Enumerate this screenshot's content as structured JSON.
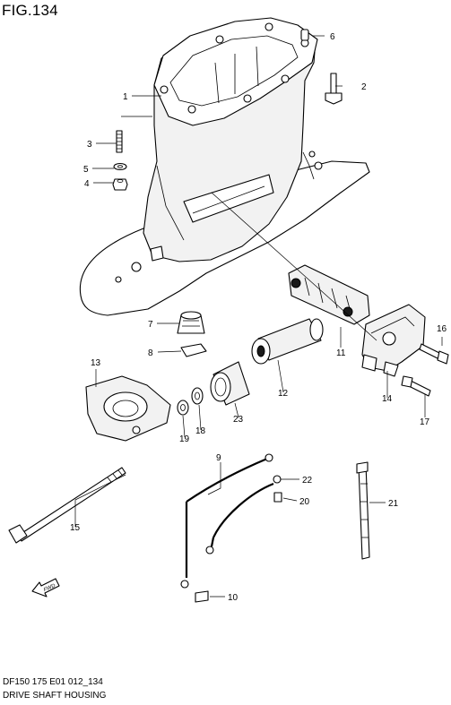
{
  "figure": {
    "title": "FIG.134",
    "model_code": "DF150 175 E01 012_134",
    "section_name": "DRIVE SHAFT HOUSING"
  },
  "forward_arrow": {
    "label": "FWD",
    "icon": "forward-arrow-icon"
  },
  "callouts": [
    {
      "id": "1",
      "number": "1"
    },
    {
      "id": "2",
      "number": "2"
    },
    {
      "id": "3",
      "number": "3"
    },
    {
      "id": "4",
      "number": "4"
    },
    {
      "id": "5",
      "number": "5"
    },
    {
      "id": "6",
      "number": "6"
    },
    {
      "id": "7",
      "number": "7"
    },
    {
      "id": "8",
      "number": "8"
    },
    {
      "id": "9",
      "number": "9"
    },
    {
      "id": "10",
      "number": "10"
    },
    {
      "id": "11",
      "number": "11"
    },
    {
      "id": "12",
      "number": "12"
    },
    {
      "id": "13",
      "number": "13"
    },
    {
      "id": "14",
      "number": "14"
    },
    {
      "id": "15",
      "number": "15"
    },
    {
      "id": "16",
      "number": "16"
    },
    {
      "id": "17",
      "number": "17"
    },
    {
      "id": "18",
      "number": "18"
    },
    {
      "id": "19",
      "number": "19"
    },
    {
      "id": "20",
      "number": "20"
    },
    {
      "id": "21",
      "number": "21"
    },
    {
      "id": "22",
      "number": "22"
    },
    {
      "id": "23",
      "number": "23"
    }
  ]
}
